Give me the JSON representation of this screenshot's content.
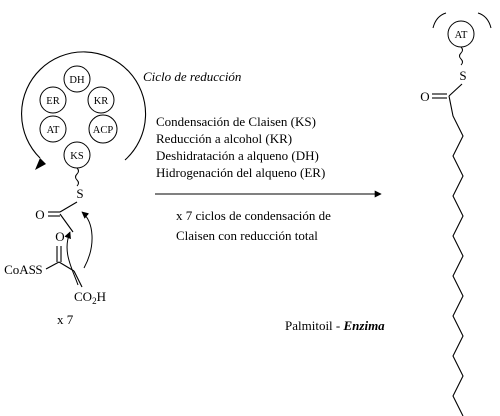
{
  "cycle_title": "Ciclo de reducción",
  "domains": {
    "dh": "DH",
    "er": "ER",
    "kr": "KR",
    "at": "AT",
    "acp": "ACP",
    "ks": "KS",
    "at_product": "AT"
  },
  "steps": [
    "Condensación de Claisen (KS)",
    "Reducción a alcohol (KR)",
    "Deshidratación a alqueno (DH)",
    "Hidrogenación del alqueno (ER)"
  ],
  "cycles_note": {
    "line1": "x 7 ciclos de condensación de",
    "line2": "Claisen con reducción total"
  },
  "reagent": {
    "coas": "CoAS",
    "s": "S",
    "o": "O",
    "co2h": "CO",
    "co2h_sub": "2",
    "co2h_tail": "H",
    "times": "x 7"
  },
  "intermediate": {
    "s": "S",
    "o": "O"
  },
  "product": {
    "s": "S",
    "o": "O",
    "name": "Palmitoil - ",
    "name_em": "Enzima"
  }
}
